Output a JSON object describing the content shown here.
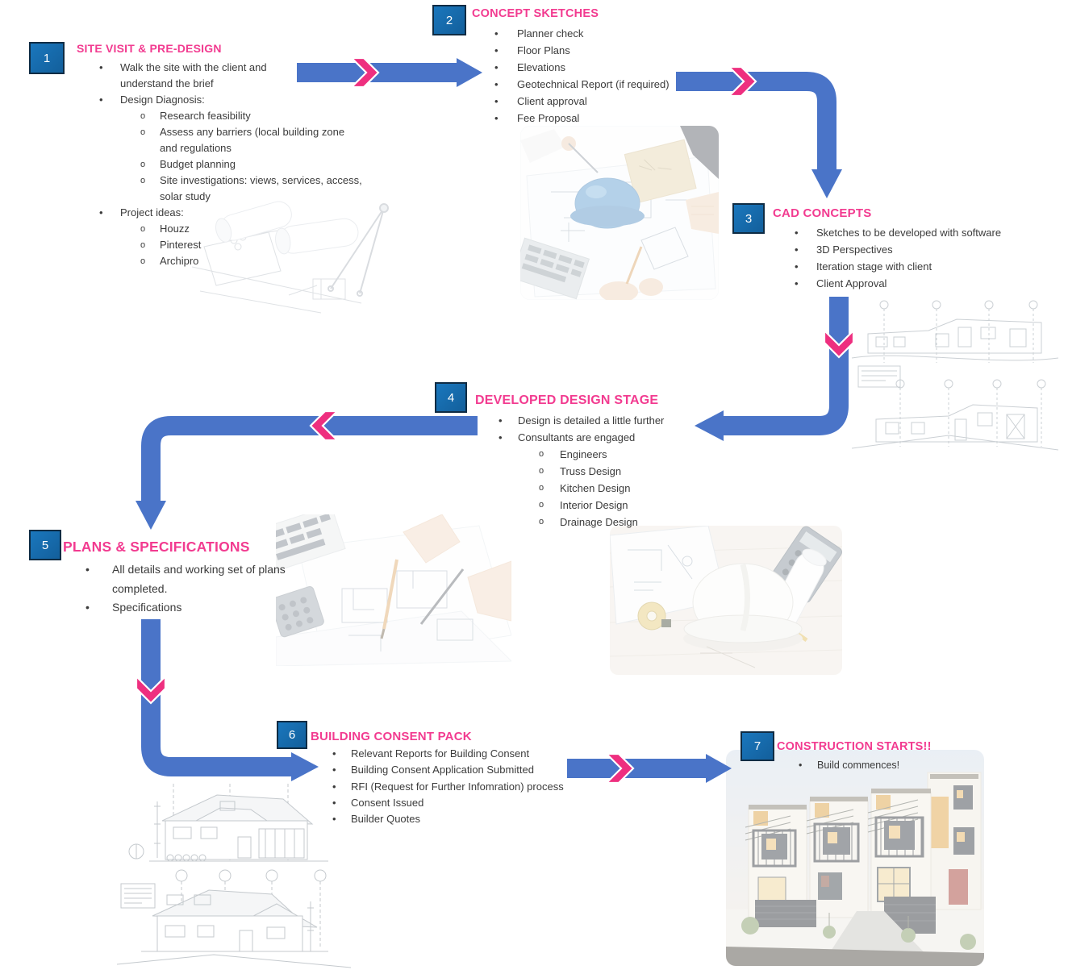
{
  "colors": {
    "heading_pink": "#f23b90",
    "arrow_blue": "#4a74c8",
    "chevron_pink": "#ee2f7f",
    "box_blue": "#1a77bd",
    "box_blue_dark": "#135f9b",
    "box_border": "#0f2c44",
    "body_text": "#3b3b3b"
  },
  "stages": [
    {
      "number": "1",
      "title": "SITE VISIT & PRE-DESIGN",
      "items": [
        {
          "level": 1,
          "text": "Walk the site with the client and\nunderstand the brief"
        },
        {
          "level": 1,
          "text": "Design Diagnosis:"
        },
        {
          "level": 2,
          "text": "Research feasibility"
        },
        {
          "level": 2,
          "text": "Assess any barriers (local building zone\nand regulations"
        },
        {
          "level": 2,
          "text": "Budget planning"
        },
        {
          "level": 2,
          "text": "Site investigations: views, services, access,\nsolar study"
        },
        {
          "level": 1,
          "text": "Project ideas:"
        },
        {
          "level": 2,
          "text": "Houzz"
        },
        {
          "level": 2,
          "text": "Pinterest"
        },
        {
          "level": 2,
          "text": "Archipro"
        }
      ]
    },
    {
      "number": "2",
      "title": "CONCEPT SKETCHES",
      "items": [
        {
          "level": 1,
          "text": "Planner check"
        },
        {
          "level": 1,
          "text": "Floor Plans"
        },
        {
          "level": 1,
          "text": "Elevations"
        },
        {
          "level": 1,
          "text": "Geotechnical Report (if required)"
        },
        {
          "level": 1,
          "text": "Client approval"
        },
        {
          "level": 1,
          "text": "Fee Proposal"
        }
      ]
    },
    {
      "number": "3",
      "title": "CAD CONCEPTS",
      "items": [
        {
          "level": 1,
          "text": "Sketches to be developed with software"
        },
        {
          "level": 1,
          "text": "3D Perspectives"
        },
        {
          "level": 1,
          "text": "Iteration stage with client"
        },
        {
          "level": 1,
          "text": "Client Approval"
        }
      ]
    },
    {
      "number": "4",
      "title": "DEVELOPED DESIGN STAGE",
      "items": [
        {
          "level": 1,
          "text": "Design is detailed a little further"
        },
        {
          "level": 1,
          "text": "Consultants are engaged"
        },
        {
          "level": 2,
          "text": "Engineers"
        },
        {
          "level": 2,
          "text": "Truss Design"
        },
        {
          "level": 2,
          "text": "Kitchen Design"
        },
        {
          "level": 2,
          "text": "Interior Design"
        },
        {
          "level": 2,
          "text": "Drainage Design"
        }
      ]
    },
    {
      "number": "5",
      "title": "PLANS & SPECIFICATIONS",
      "items": [
        {
          "level": 1,
          "text": "All details and working set of plans\ncompleted."
        },
        {
          "level": 1,
          "text": "Specifications"
        }
      ]
    },
    {
      "number": "6",
      "title": "BUILDING CONSENT PACK",
      "items": [
        {
          "level": 1,
          "text": "Relevant Reports for Building Consent"
        },
        {
          "level": 1,
          "text": "Building Consent Application Submitted"
        },
        {
          "level": 1,
          "text": "RFI (Request for Further Infomration) process"
        },
        {
          "level": 1,
          "text": "Consent Issued"
        },
        {
          "level": 1,
          "text": "Builder Quotes"
        }
      ]
    },
    {
      "number": "7",
      "title": "CONSTRUCTION STARTS!!",
      "items": [
        {
          "level": 1,
          "text": "Build commences!"
        }
      ]
    }
  ],
  "images": [
    {
      "name": "blueprint-rolls-sketch"
    },
    {
      "name": "design-meeting-photo"
    },
    {
      "name": "elevation-drawings"
    },
    {
      "name": "drafting-hands-photo"
    },
    {
      "name": "hardhat-and-calculator-photo"
    },
    {
      "name": "house-elevation-drawings"
    },
    {
      "name": "townhouses-photo"
    }
  ]
}
